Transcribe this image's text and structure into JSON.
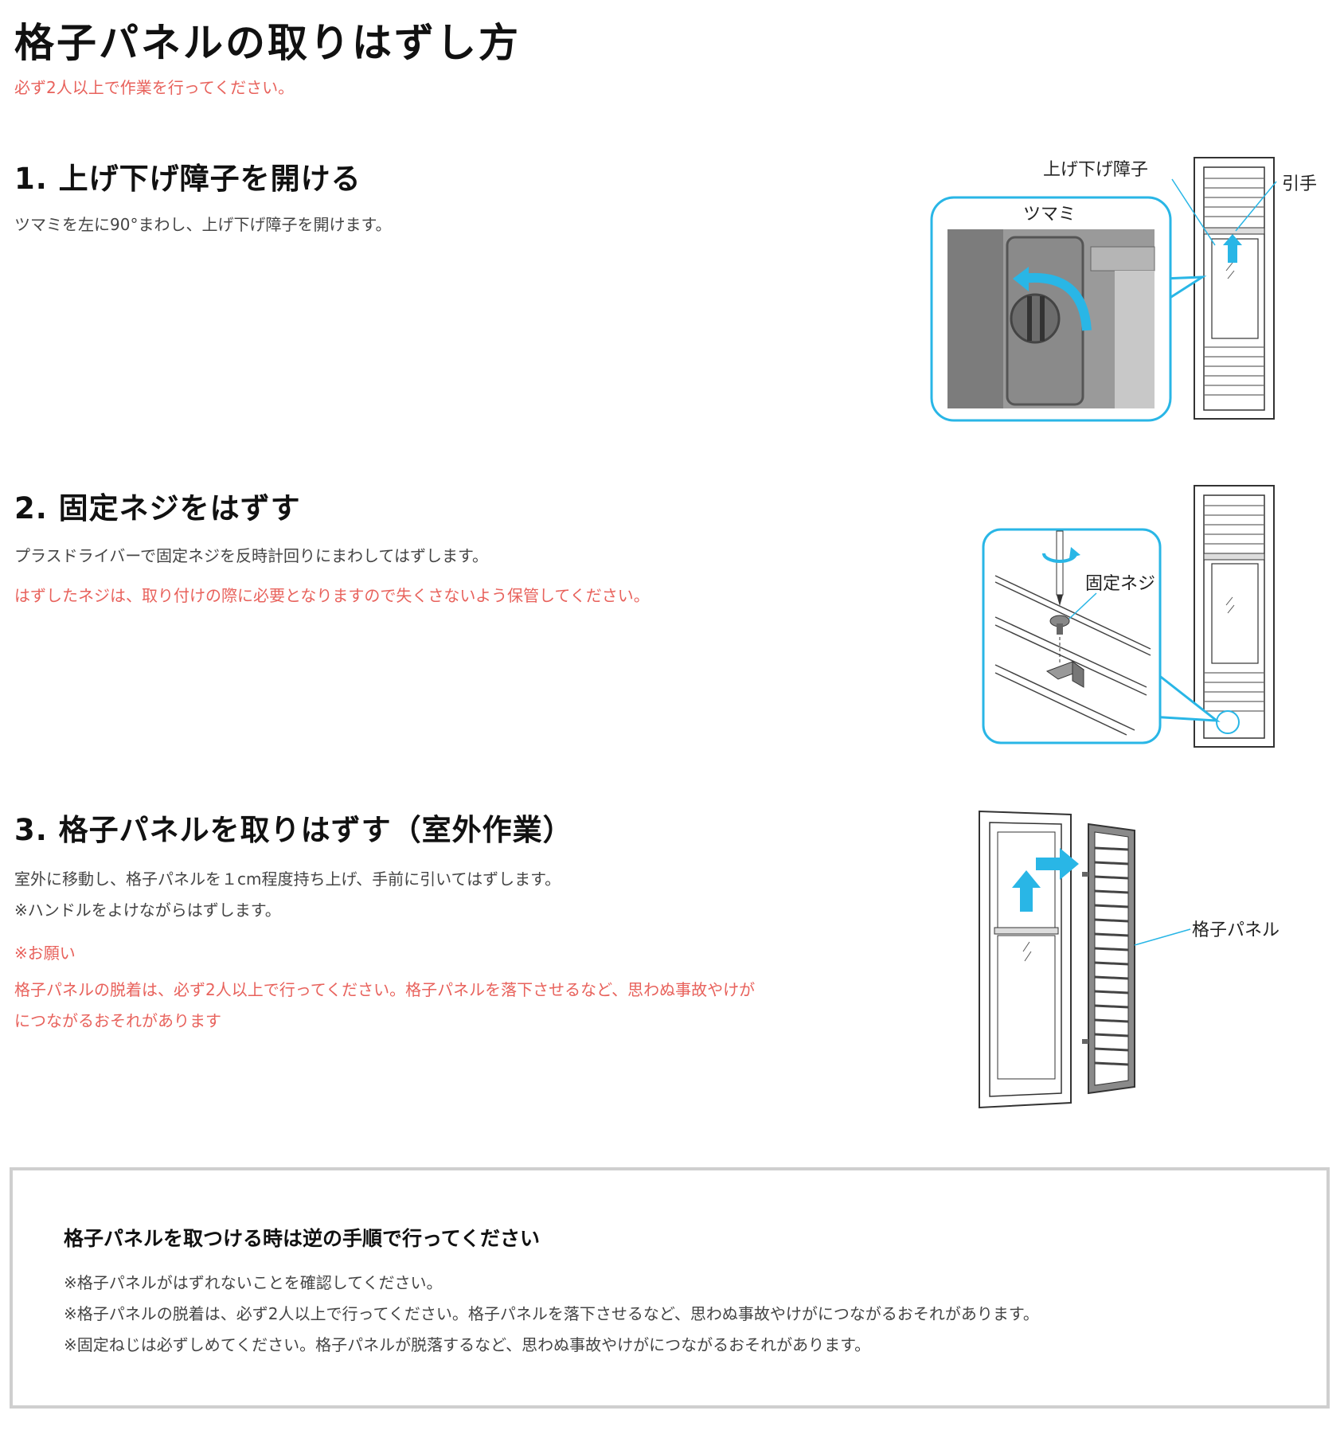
{
  "page": {
    "title": "格子パネルの取りはずし方",
    "caution": "必ず2人以上で作業を行ってください。"
  },
  "steps": [
    {
      "heading": "1. 上げ下げ障子を開ける",
      "lines": [
        "ツマミを左に90°まわし、上げ下げ障子を開けます。"
      ],
      "red_lines": [],
      "figure_labels": {
        "sash": "上げ下げ障子",
        "handle": "引手",
        "knob": "ツマミ"
      }
    },
    {
      "heading": "2. 固定ネジをはずす",
      "lines": [
        "プラスドライバーで固定ネジを反時計回りにまわしてはずします。"
      ],
      "red_lines": [
        "はずしたネジは、取り付けの際に必要となりますので失くさないよう保管してください。"
      ],
      "figure_labels": {
        "screw": "固定ネジ"
      }
    },
    {
      "heading": "3. 格子パネルを取りはずす（室外作業）",
      "lines": [
        "室外に移動し、格子パネルを１cm程度持ち上げ、手前に引いてはずします。",
        "※ハンドルをよけながらはずします。"
      ],
      "request_label": "※お願い",
      "red_lines": [
        "格子パネルの脱着は、必ず2人以上で行ってください。格子パネルを落下させるなど、思わぬ事故やけが",
        "につながるおそれがあります"
      ],
      "figure_labels": {
        "panel": "格子パネル"
      }
    }
  ],
  "notice": {
    "title": "格子パネルを取つける時は逆の手順で行ってください",
    "items": [
      "※格子パネルがはずれないことを確認してください。",
      "※格子パネルの脱着は、必ず2人以上で行ってください。格子パネルを落下させるなど、思わぬ事故やけがにつながるおそれがあります。",
      "※固定ねじは必ずしめてください。格子パネルが脱落するなど、思わぬ事故やけがにつながるおそれがあります。"
    ]
  },
  "colors": {
    "accent": "#29b6e6",
    "warning": "#e8625c",
    "border": "#cfcfcf"
  }
}
